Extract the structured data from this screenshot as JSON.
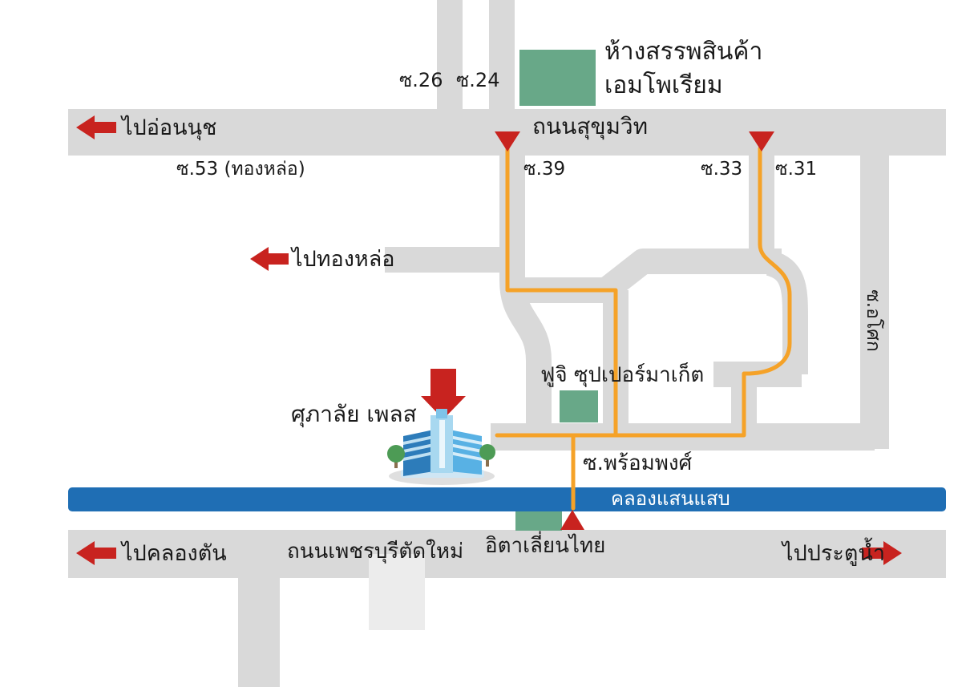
{
  "map": {
    "type": "location-direction-map",
    "language": "th",
    "region_labels": {
      "soi26": "ซ.26",
      "soi24": "ซ.24",
      "soi39": "ซ.39",
      "soi33": "ซ.33",
      "soi31": "ซ.31",
      "soi53_thonglor": "ซ.53 (ทองหล่อ)",
      "soi_asoke": "ซ.อโศก",
      "soi_phrompong": "ซ.พร้อมพงศ์",
      "sukhumvit_road": "ถนนสุขุมวิท",
      "petchburi_road": "ถนนเพชรบุรีตัดใหม่",
      "canal": "คลองแสนแสบ"
    },
    "direction_labels": {
      "to_onnut": "ไปอ่อนนุช",
      "to_thonglor": "ไปทองหล่อ",
      "to_klongtan": "ไปคลองตัน",
      "to_pratunam": "ไปประตูน้ำ"
    },
    "landmark_labels": {
      "emporium_line1": "ห้างสรรพสินค้า",
      "emporium_line2": "เอมโพเรียม",
      "fuji_supermarket": "ฟูจิ ซุปเปอร์มาเก็ต",
      "supalai_place": "ศุภาลัย เพลส",
      "italian_thai": "อิตาเลี่ยนไทย"
    },
    "colors": {
      "road": "#d9d9d9",
      "road-light": "#ececec",
      "canal": "#1f6eb4",
      "route": "#f5a228",
      "arrow": "#c8231f",
      "landmark": "#68a888",
      "text": "#1a1a1a",
      "canal-text": "#ffffff"
    }
  }
}
